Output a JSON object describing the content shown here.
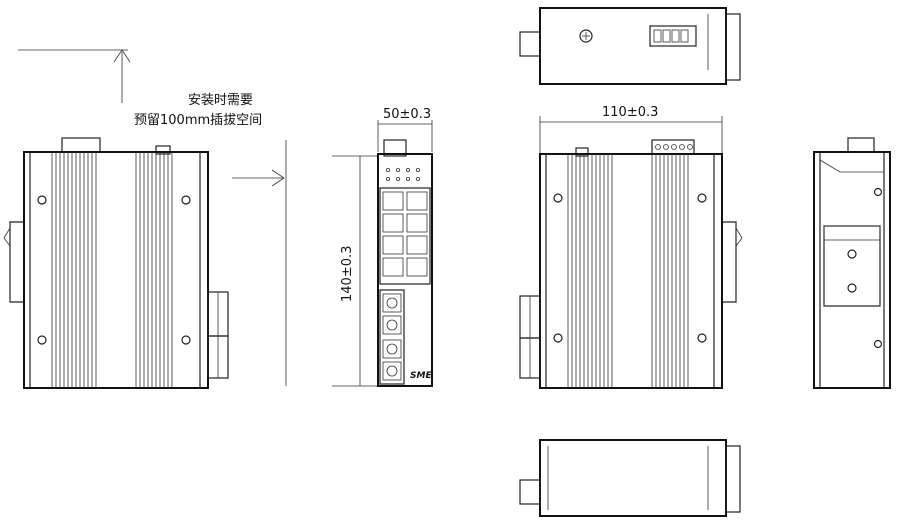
{
  "note_line1": "安装时需要",
  "note_line2": "预留100mm插拔空间",
  "dim_width_front": "50±0.3",
  "dim_depth_side": "110±0.3",
  "dim_height": "140±0.3",
  "brand_logo_text": "SME"
}
